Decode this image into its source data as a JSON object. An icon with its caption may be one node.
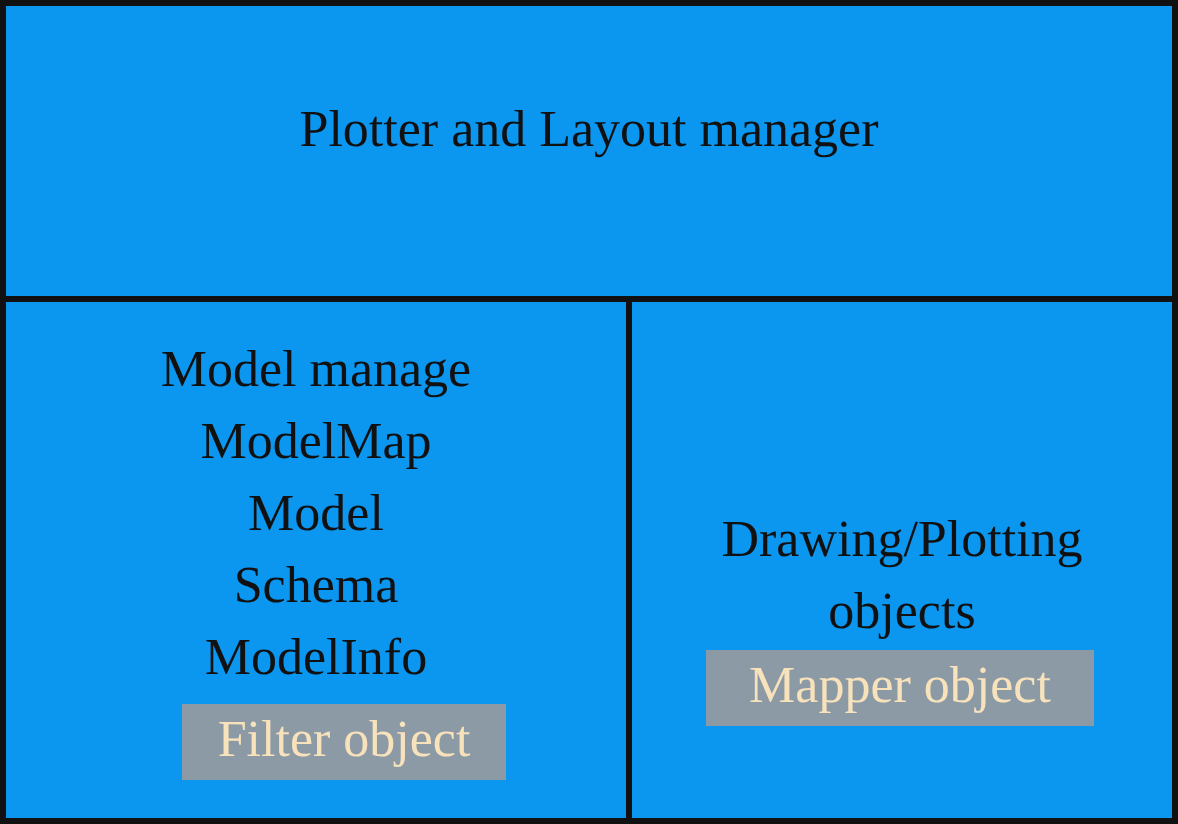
{
  "diagram": {
    "nodes": [
      {
        "text": [
          "Plotter and Layout manager"
        ]
      },
      {
        "text": [
          "Model manage",
          "ModelMap",
          "Model",
          "Schema",
          "ModelInfo"
        ]
      },
      {
        "text": [
          "Filter object"
        ],
        "in": 1
      },
      {
        "text": [
          "Drawing/Plotting objects"
        ]
      },
      {
        "text": [
          "Mapper object"
        ],
        "in": 3
      }
    ]
  }
}
